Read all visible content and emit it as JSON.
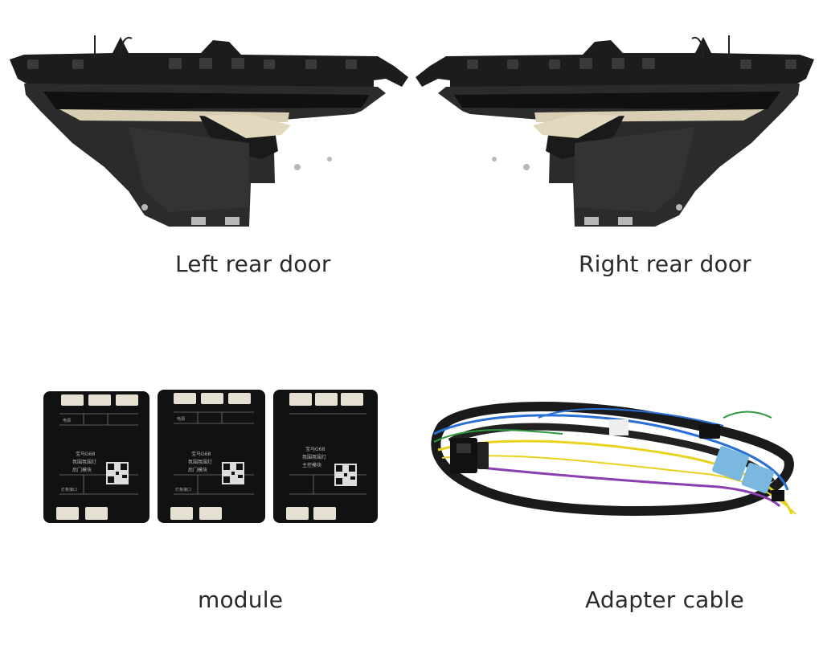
{
  "captions": {
    "left_rear_door": "Left rear door",
    "right_rear_door": "Right rear door",
    "module": "module",
    "adapter_cable": "Adapter cable"
  },
  "modules": [
    {
      "line1": "宝马G68",
      "line2": "氛围氛围灯",
      "line3": "后门模块",
      "top_label": "电源",
      "bottom_label": "灯条接口"
    },
    {
      "line1": "宝马G68",
      "line2": "氛围氛围灯",
      "line3": "后门模块",
      "top_label": "电源",
      "bottom_label": "灯条接口"
    },
    {
      "line1": "宝马G68",
      "line2": "氛围氛围灯",
      "line3": "主控模块",
      "top_label": "",
      "bottom_label": ""
    }
  ],
  "colors": {
    "panel_dark": "#2b2b2b",
    "panel_black": "#141414",
    "trim_gold": "#d8ceb4",
    "module_body": "#111111",
    "connector": "#e6e0d2",
    "wire_blue": "#2a6fd6",
    "wire_yellow": "#e8d21e",
    "wire_green": "#2e9a3e",
    "wire_purple": "#8a3fb0",
    "wire_black": "#1a1a1a",
    "plug_blue": "#7ab8e0"
  }
}
